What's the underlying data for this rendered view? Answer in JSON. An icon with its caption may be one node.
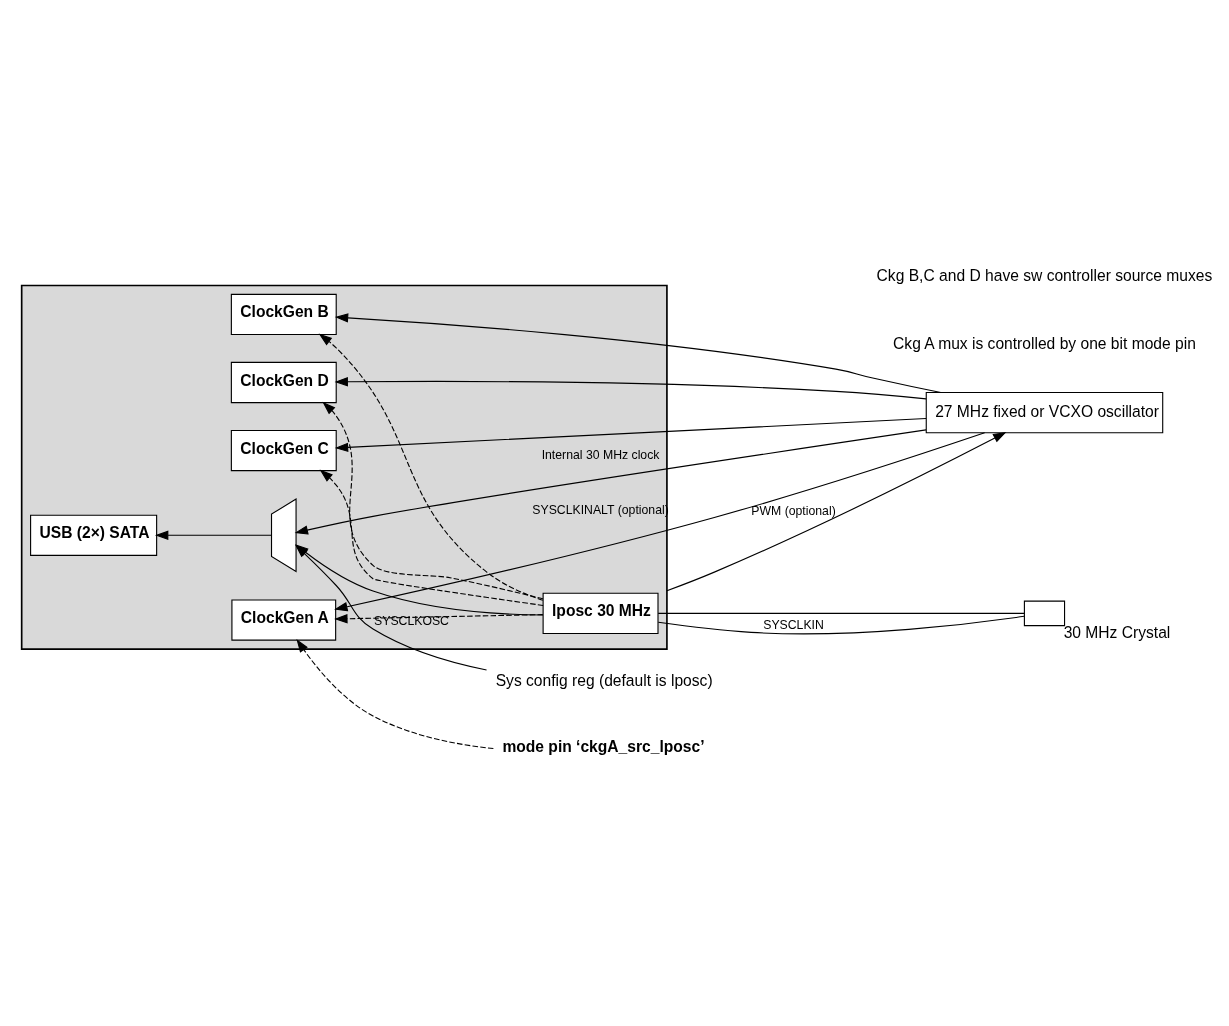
{
  "diagram": {
    "nodes": [
      {
        "text": [],
        "shape": "box"
      },
      {
        "text": [
          "ClockGen A"
        ],
        "in": 0
      },
      {
        "text": [
          "ClockGen B"
        ],
        "in": 0
      },
      {
        "text": [
          "ClockGen C"
        ],
        "in": 0
      },
      {
        "text": [
          "ClockGen D"
        ],
        "in": 0
      },
      {
        "text": [
          "USB (2×) SATA"
        ],
        "in": 0
      },
      {
        "text": [],
        "shape": "trapezoid",
        "in": 0
      },
      {
        "text": [
          "lposc 30 MHz"
        ],
        "in": 0
      },
      {
        "text": [
          "27 MHz fixed or VCXO oscillator"
        ]
      },
      {
        "text": [
          "mode pin ‘ckgA_src_lposc’"
        ]
      },
      {
        "text": [
          "Sys config reg (default is lposc)"
        ]
      },
      {
        "text": [],
        "shape": "box",
        "beside": [
          "30 MHz Crystal"
        ]
      }
    ],
    "edges": [
      {
        "from": 9,
        "to": 1,
        "arrow": "to",
        "style": "dashed"
      },
      {
        "from": 8,
        "to": 1,
        "arrow": "to",
        "label": "SYSCLKINALT (optional)"
      },
      {
        "from": 8,
        "to": 2,
        "arrow": "to"
      },
      {
        "from": 8,
        "to": 3,
        "arrow": "to"
      },
      {
        "from": 8,
        "to": 4,
        "arrow": "to"
      },
      {
        "from": 8,
        "to": 6,
        "arrow": "to",
        "label": "Internal 30 MHz clock"
      },
      {
        "from": 7,
        "to": 1,
        "arrow": "to",
        "style": "dashed"
      },
      {
        "from": 7,
        "to": 2,
        "arrow": "to",
        "style": "dashed"
      },
      {
        "from": 7,
        "to": 3,
        "arrow": "to",
        "style": "dashed"
      },
      {
        "from": 7,
        "to": 4,
        "arrow": "to",
        "style": "dashed"
      },
      {
        "from": 7,
        "to": 6,
        "arrow": "to"
      },
      {
        "from": 6,
        "to": 5,
        "arrow": "to"
      },
      {
        "from": 10,
        "to": 6,
        "arrow": "to",
        "label": "SYSCLKOSC"
      },
      {
        "from": 0,
        "to": 8,
        "arrow": "to",
        "label": "PWM (optional)"
      },
      {
        "from": 11,
        "to": 7,
        "arrow": "none"
      },
      {
        "from": 11,
        "to": 7,
        "arrow": "none",
        "label": "SYSCLKIN"
      }
    ],
    "labels": [
      "Ckg A mux is controlled by one bit mode pin",
      "Ckg B,C and D have sw controller source muxes"
    ]
  }
}
